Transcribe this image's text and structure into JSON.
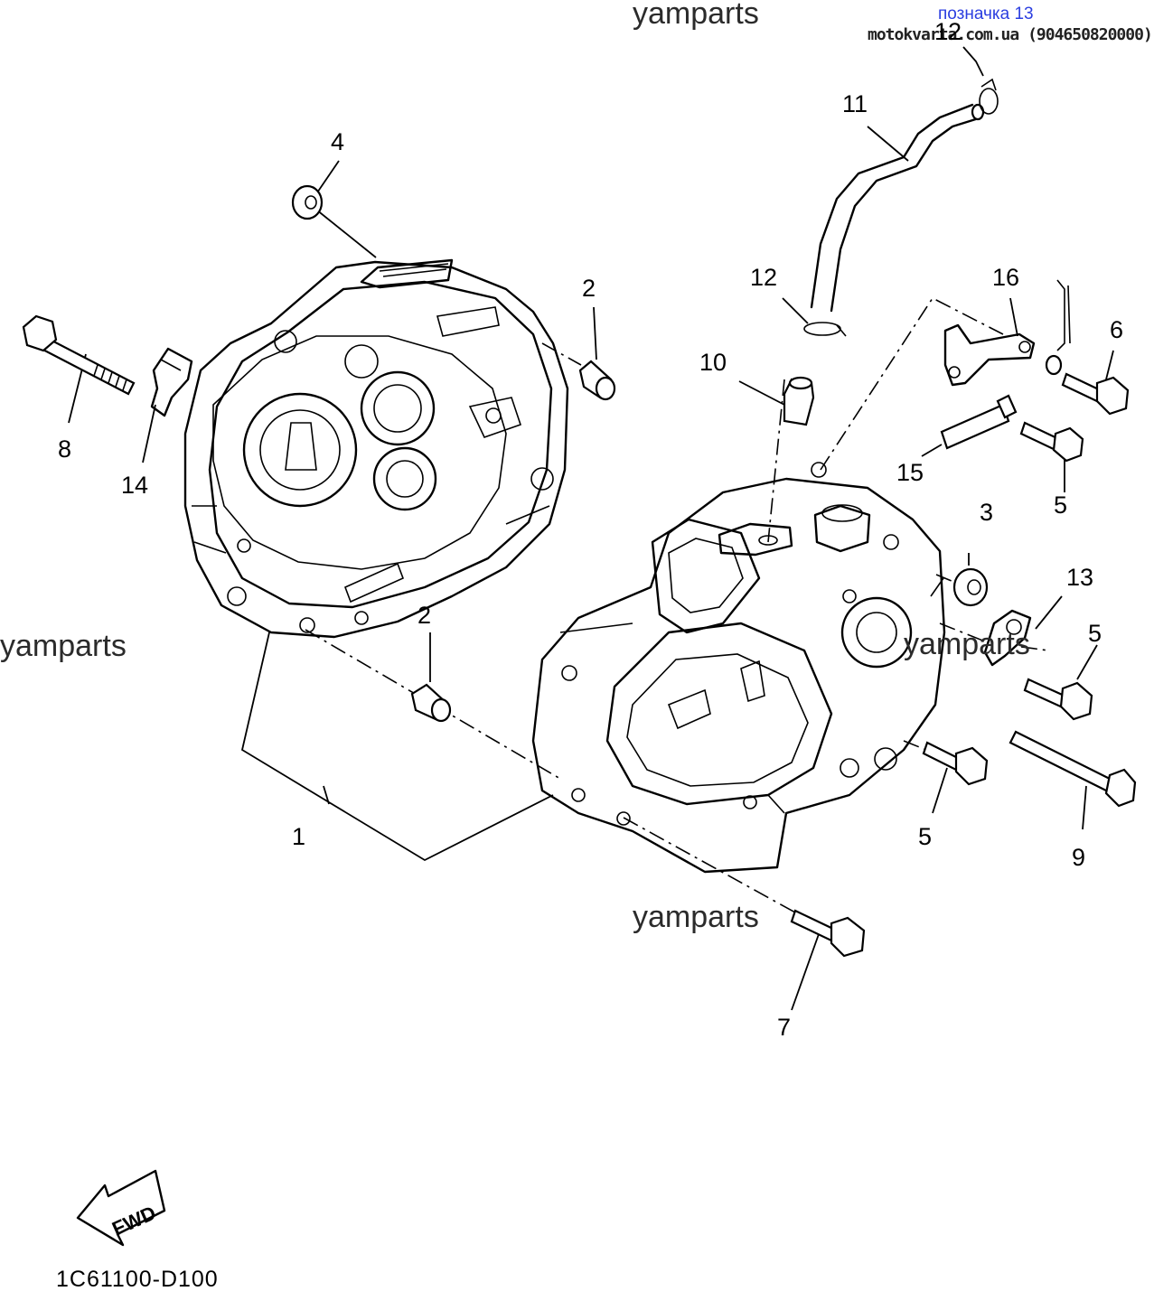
{
  "header": {
    "label": "позначка 13",
    "site": "motokvarta.com.ua (904650820000)"
  },
  "watermarks": [
    "yamparts",
    "yamparts",
    "yamparts",
    "yamparts"
  ],
  "callouts": [
    "1",
    "2",
    "2",
    "3",
    "4",
    "5",
    "5",
    "5",
    "6",
    "7",
    "8",
    "9",
    "10",
    "11",
    "12",
    "12",
    "13",
    "14",
    "15",
    "16"
  ],
  "fwd_label": "FWD",
  "diagram_code": "1C61100-D100",
  "colors": {
    "ink": "#000000",
    "tag": "#2b3ee0",
    "background": "#ffffff"
  }
}
